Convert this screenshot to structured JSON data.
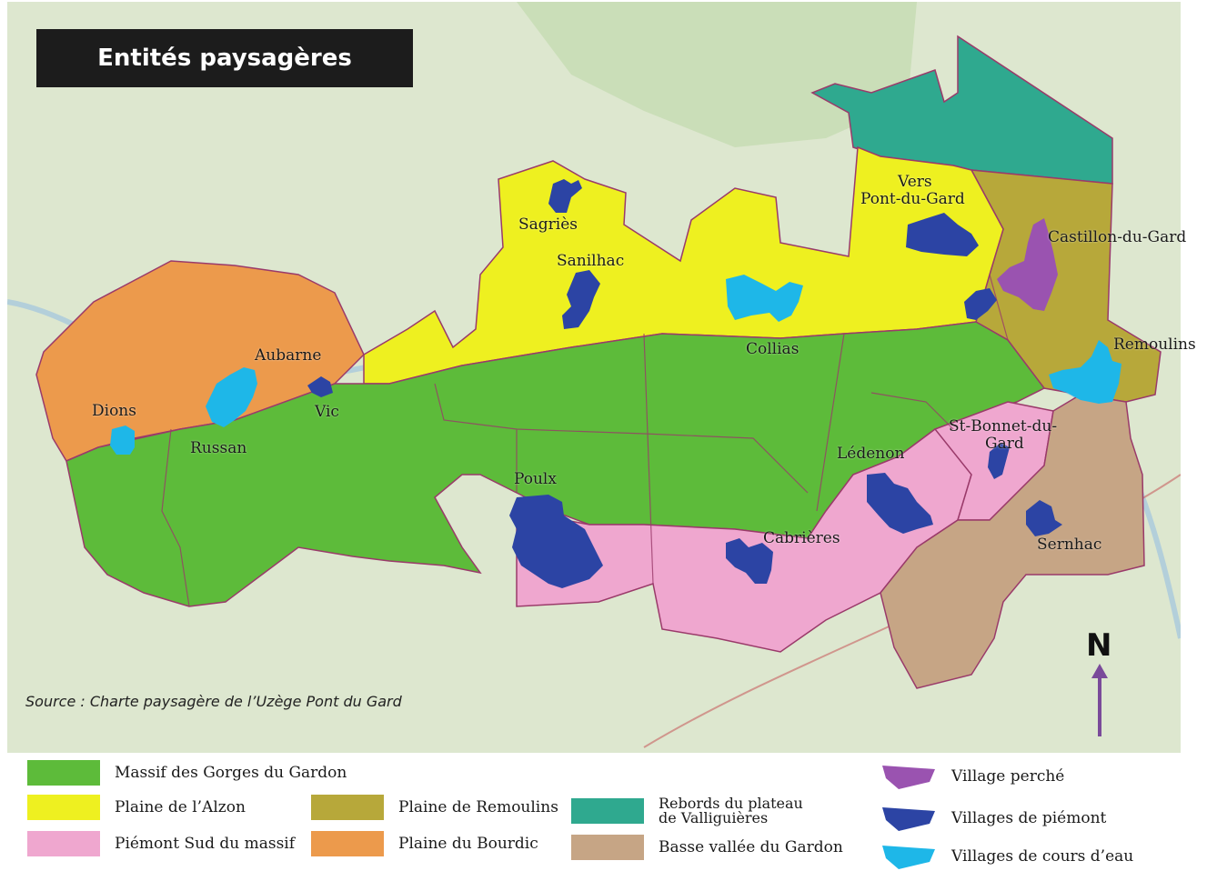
{
  "title": "Entités paysagères",
  "source": "Source : Charte paysagère de l’Uzège Pont du Gard",
  "north_label": "N",
  "colors": {
    "massif": "#5dbb3a",
    "alzon": "#eef020",
    "piemont": "#efa7cf",
    "remoulins": "#b7a83a",
    "bourdic": "#ec9a4c",
    "rebords": "#2fa98f",
    "basse_vallee": "#c6a585",
    "village_perche": "#9a53b0",
    "villages_piemont": "#2c44a4",
    "villages_eau": "#1eb7e8",
    "border": "#9a3a6a",
    "background": "#dde7cf"
  },
  "places": [
    {
      "name": "Sagriès"
    },
    {
      "name": "Sanilhac"
    },
    {
      "name": "Vers"
    },
    {
      "name": "Pont-du-Gard"
    },
    {
      "name": "Castillon-du-Gard"
    },
    {
      "name": "Remoulins"
    },
    {
      "name": "Collias"
    },
    {
      "name": "Aubarne"
    },
    {
      "name": "Vic"
    },
    {
      "name": "Dions"
    },
    {
      "name": "Russan"
    },
    {
      "name": "Poulx"
    },
    {
      "name": "Lédenon"
    },
    {
      "name": "St-Bonnet-du-"
    },
    {
      "name": "Gard"
    },
    {
      "name": "Cabrières"
    },
    {
      "name": "Sernhac"
    }
  ],
  "legend": [
    {
      "label": "Massif des Gorges du Gardon",
      "color": "#5dbb3a"
    },
    {
      "label": "Plaine de l’Alzon",
      "color": "#eef020"
    },
    {
      "label": "Piémont Sud du massif",
      "color": "#efa7cf"
    },
    {
      "label": "Plaine de Remoulins",
      "color": "#b7a83a"
    },
    {
      "label": "Plaine du Bourdic",
      "color": "#ec9a4c"
    },
    {
      "label": "Rebords du plateau",
      "label2": "de Valliguières",
      "color": "#2fa98f"
    },
    {
      "label": "Basse vallée du Gardon",
      "color": "#c6a585"
    },
    {
      "label": "Village perché",
      "color": "#9a53b0"
    },
    {
      "label": "Villages de piémont",
      "color": "#2c44a4"
    },
    {
      "label": "Villages de cours d’eau",
      "color": "#1eb7e8"
    }
  ]
}
